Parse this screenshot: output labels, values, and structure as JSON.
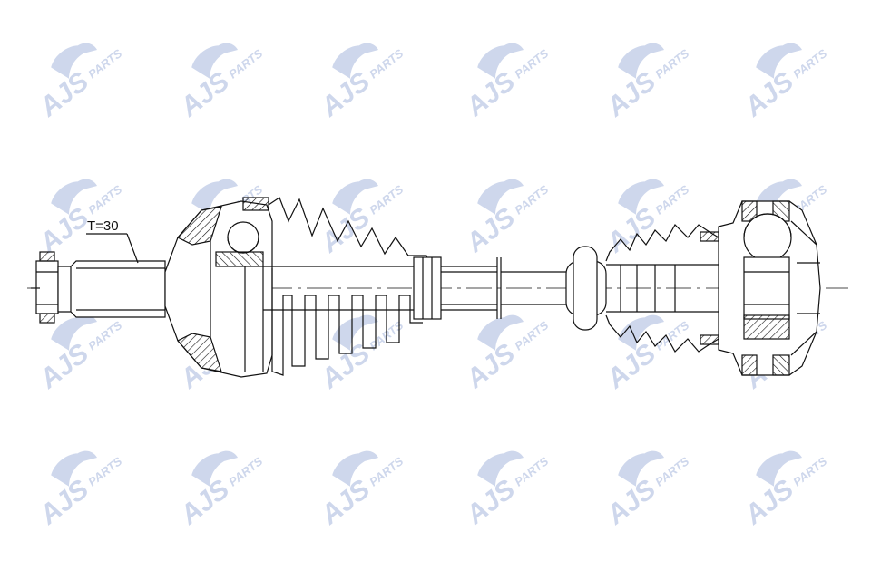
{
  "watermark": {
    "brand": "AJS",
    "suffix": "PARTS",
    "color": "#c9d3ea"
  },
  "diagram": {
    "subject": "drive shaft drawing",
    "spline_label": "T=30",
    "line_color": "#111111",
    "hatch_color": "#111111"
  }
}
